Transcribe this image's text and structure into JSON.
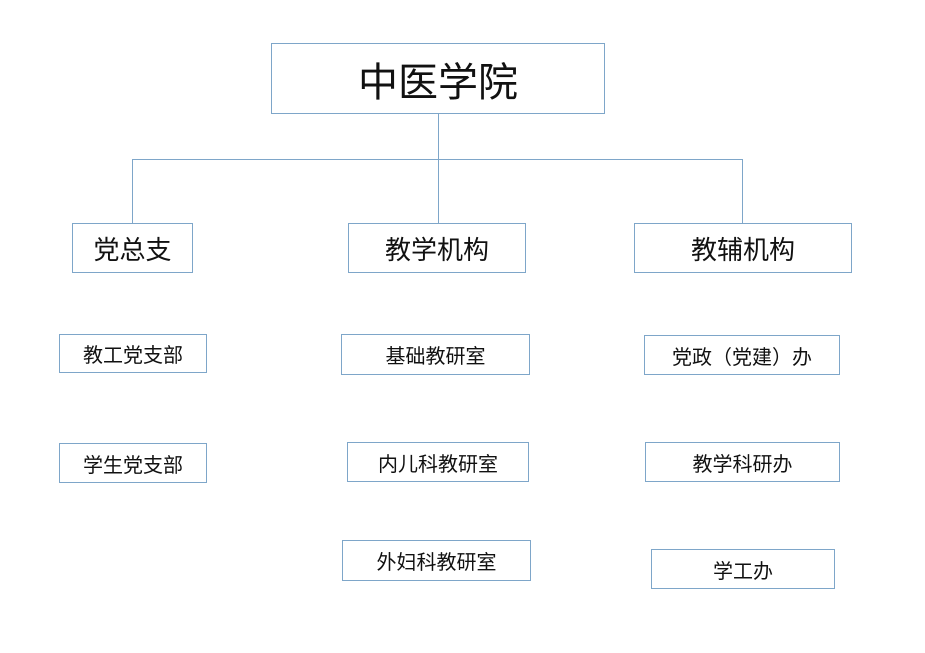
{
  "root": {
    "label": "中医学院"
  },
  "branches": [
    {
      "label": "党总支",
      "children": [
        "教工党支部",
        "学生党支部"
      ]
    },
    {
      "label": "教学机构",
      "children": [
        "基础教研室",
        "内儿科教研室",
        "外妇科教研室"
      ]
    },
    {
      "label": "教辅机构",
      "children": [
        "党政（党建）办",
        "教学科研办",
        "学工办"
      ]
    }
  ],
  "colors": {
    "border": "#7ea6c9",
    "text": "#111111",
    "background": "#ffffff"
  }
}
